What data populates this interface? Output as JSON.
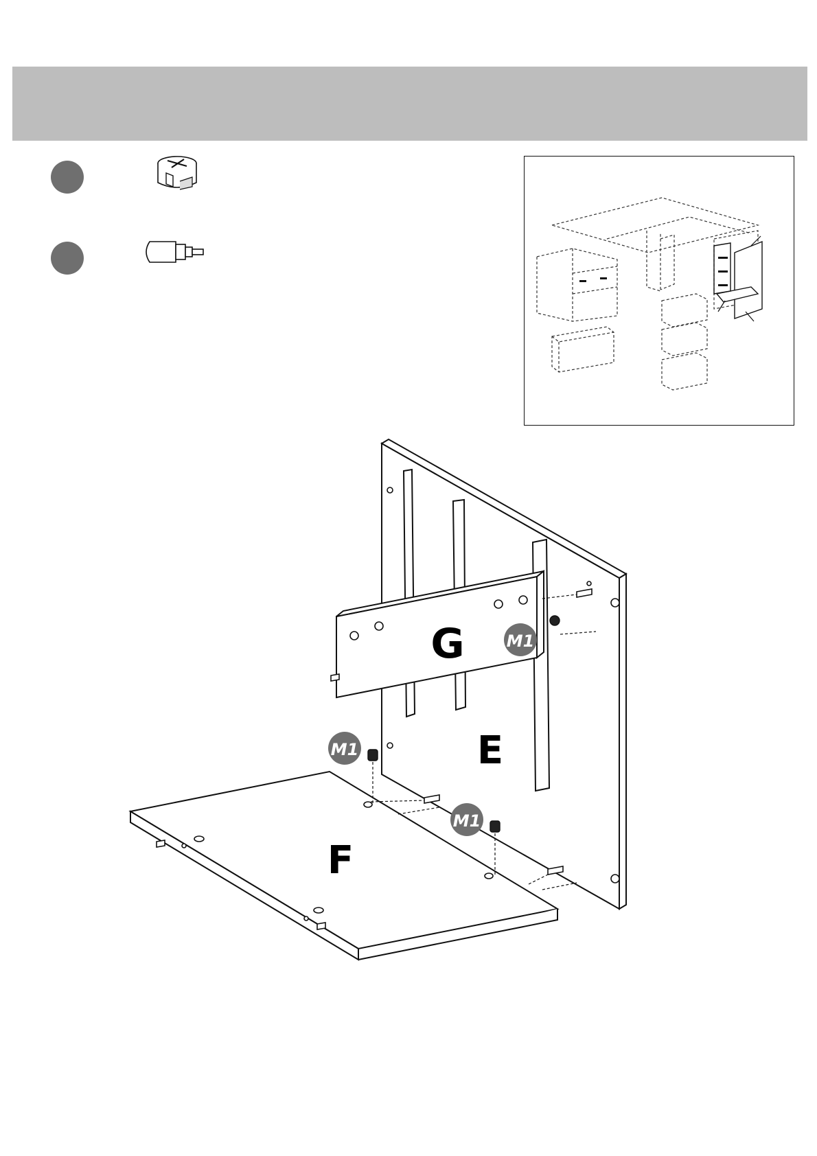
{
  "labels": {
    "panel_g": "G",
    "panel_e": "E",
    "panel_f": "F",
    "cam_label": "M1"
  },
  "hardware": [
    {
      "name": "cam-lock-icon"
    },
    {
      "name": "dowel-icon"
    }
  ],
  "colors": {
    "header_band": "#bdbdbd",
    "part_dot": "#6f6f6f",
    "line": "#111111"
  }
}
